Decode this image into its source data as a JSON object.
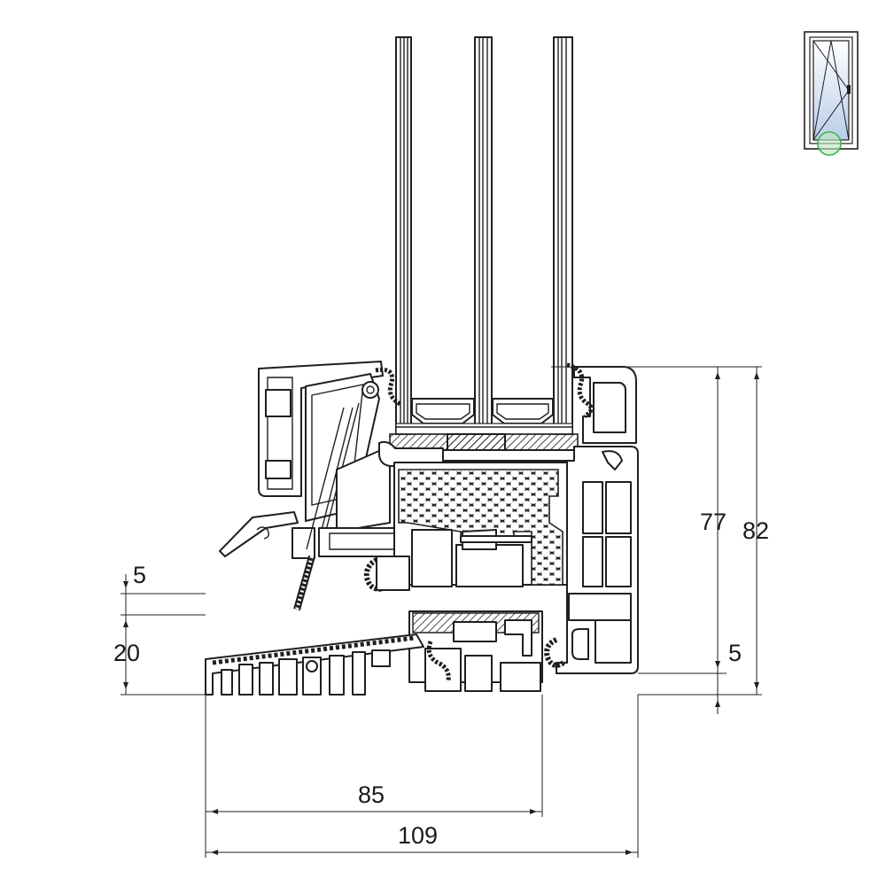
{
  "dimensions": {
    "gap_top": "5",
    "sill_height": "20",
    "frame_height": "77",
    "total_height": "82",
    "offset_bottom": "5",
    "sill_width": "85",
    "total_width": "109"
  },
  "thumbnail": {
    "icon": "tilt-turn-window-icon",
    "marker_color": "#3cb44b"
  },
  "colors": {
    "line": "#1f1f1f",
    "glass_tint": "#c9d8ee"
  }
}
